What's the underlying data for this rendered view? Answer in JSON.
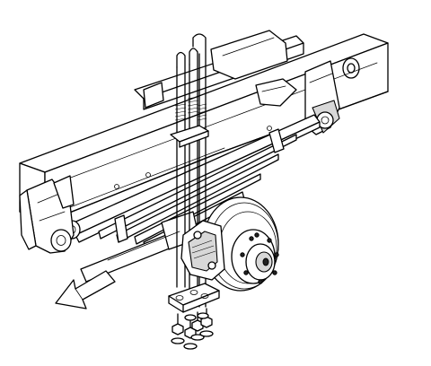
{
  "diagram": {
    "components": [
      "frame-rail",
      "crossmember",
      "leaf-spring",
      "spring-hanger-front",
      "spring-hanger-rear",
      "axle-housing",
      "brake-rotor",
      "brake-caliper",
      "wheel-hub",
      "u-bolts",
      "spring-plate",
      "u-bolt-nuts",
      "front-direction-arrow"
    ],
    "colors": {
      "line": "#000000",
      "background": "#ffffff",
      "shade": "#d8d8d8"
    },
    "arrow_direction": "down-left"
  }
}
